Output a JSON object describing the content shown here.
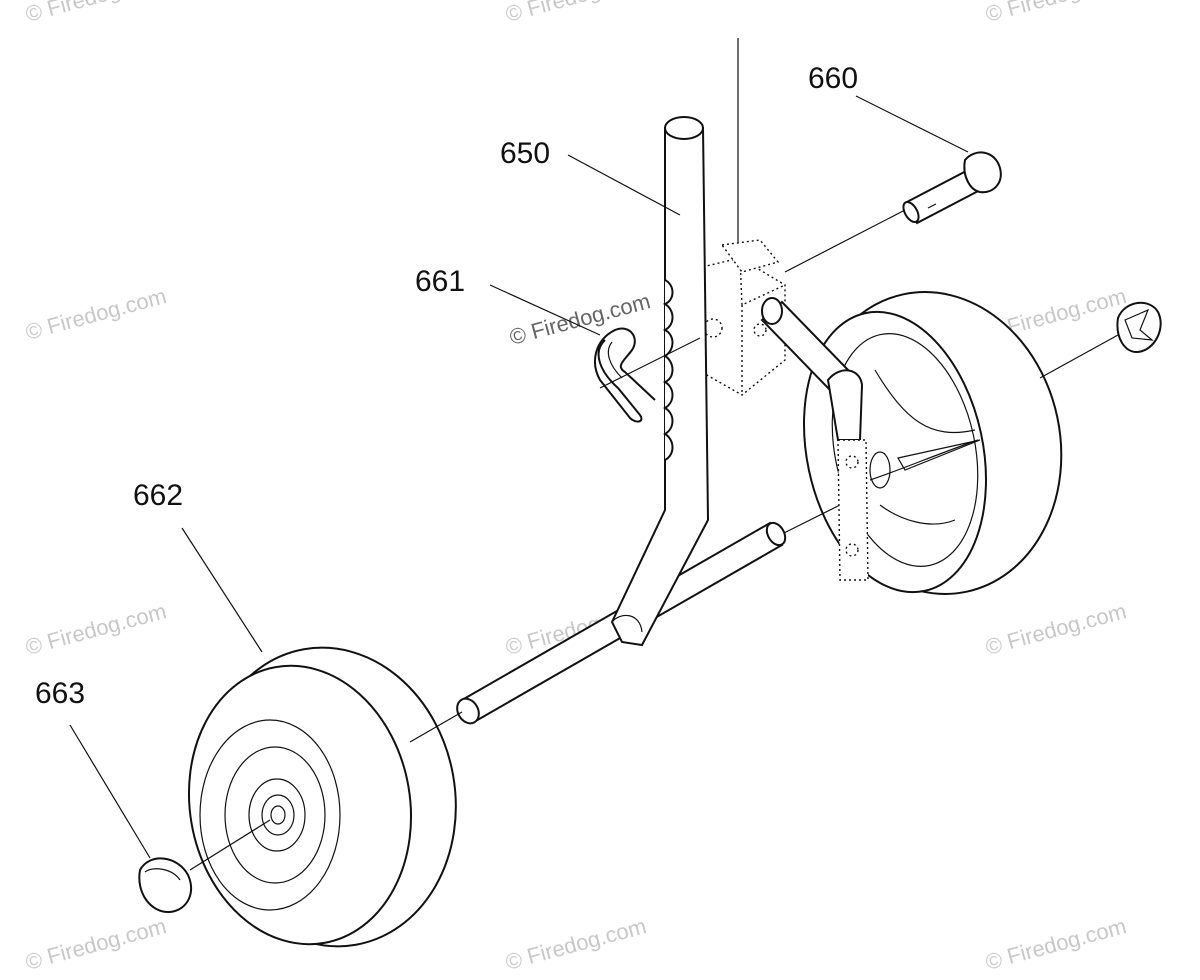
{
  "watermark": "© Firedog.com",
  "callouts": {
    "c660": "660",
    "c650": "650",
    "c661": "661",
    "c662": "662",
    "c663": "663"
  }
}
